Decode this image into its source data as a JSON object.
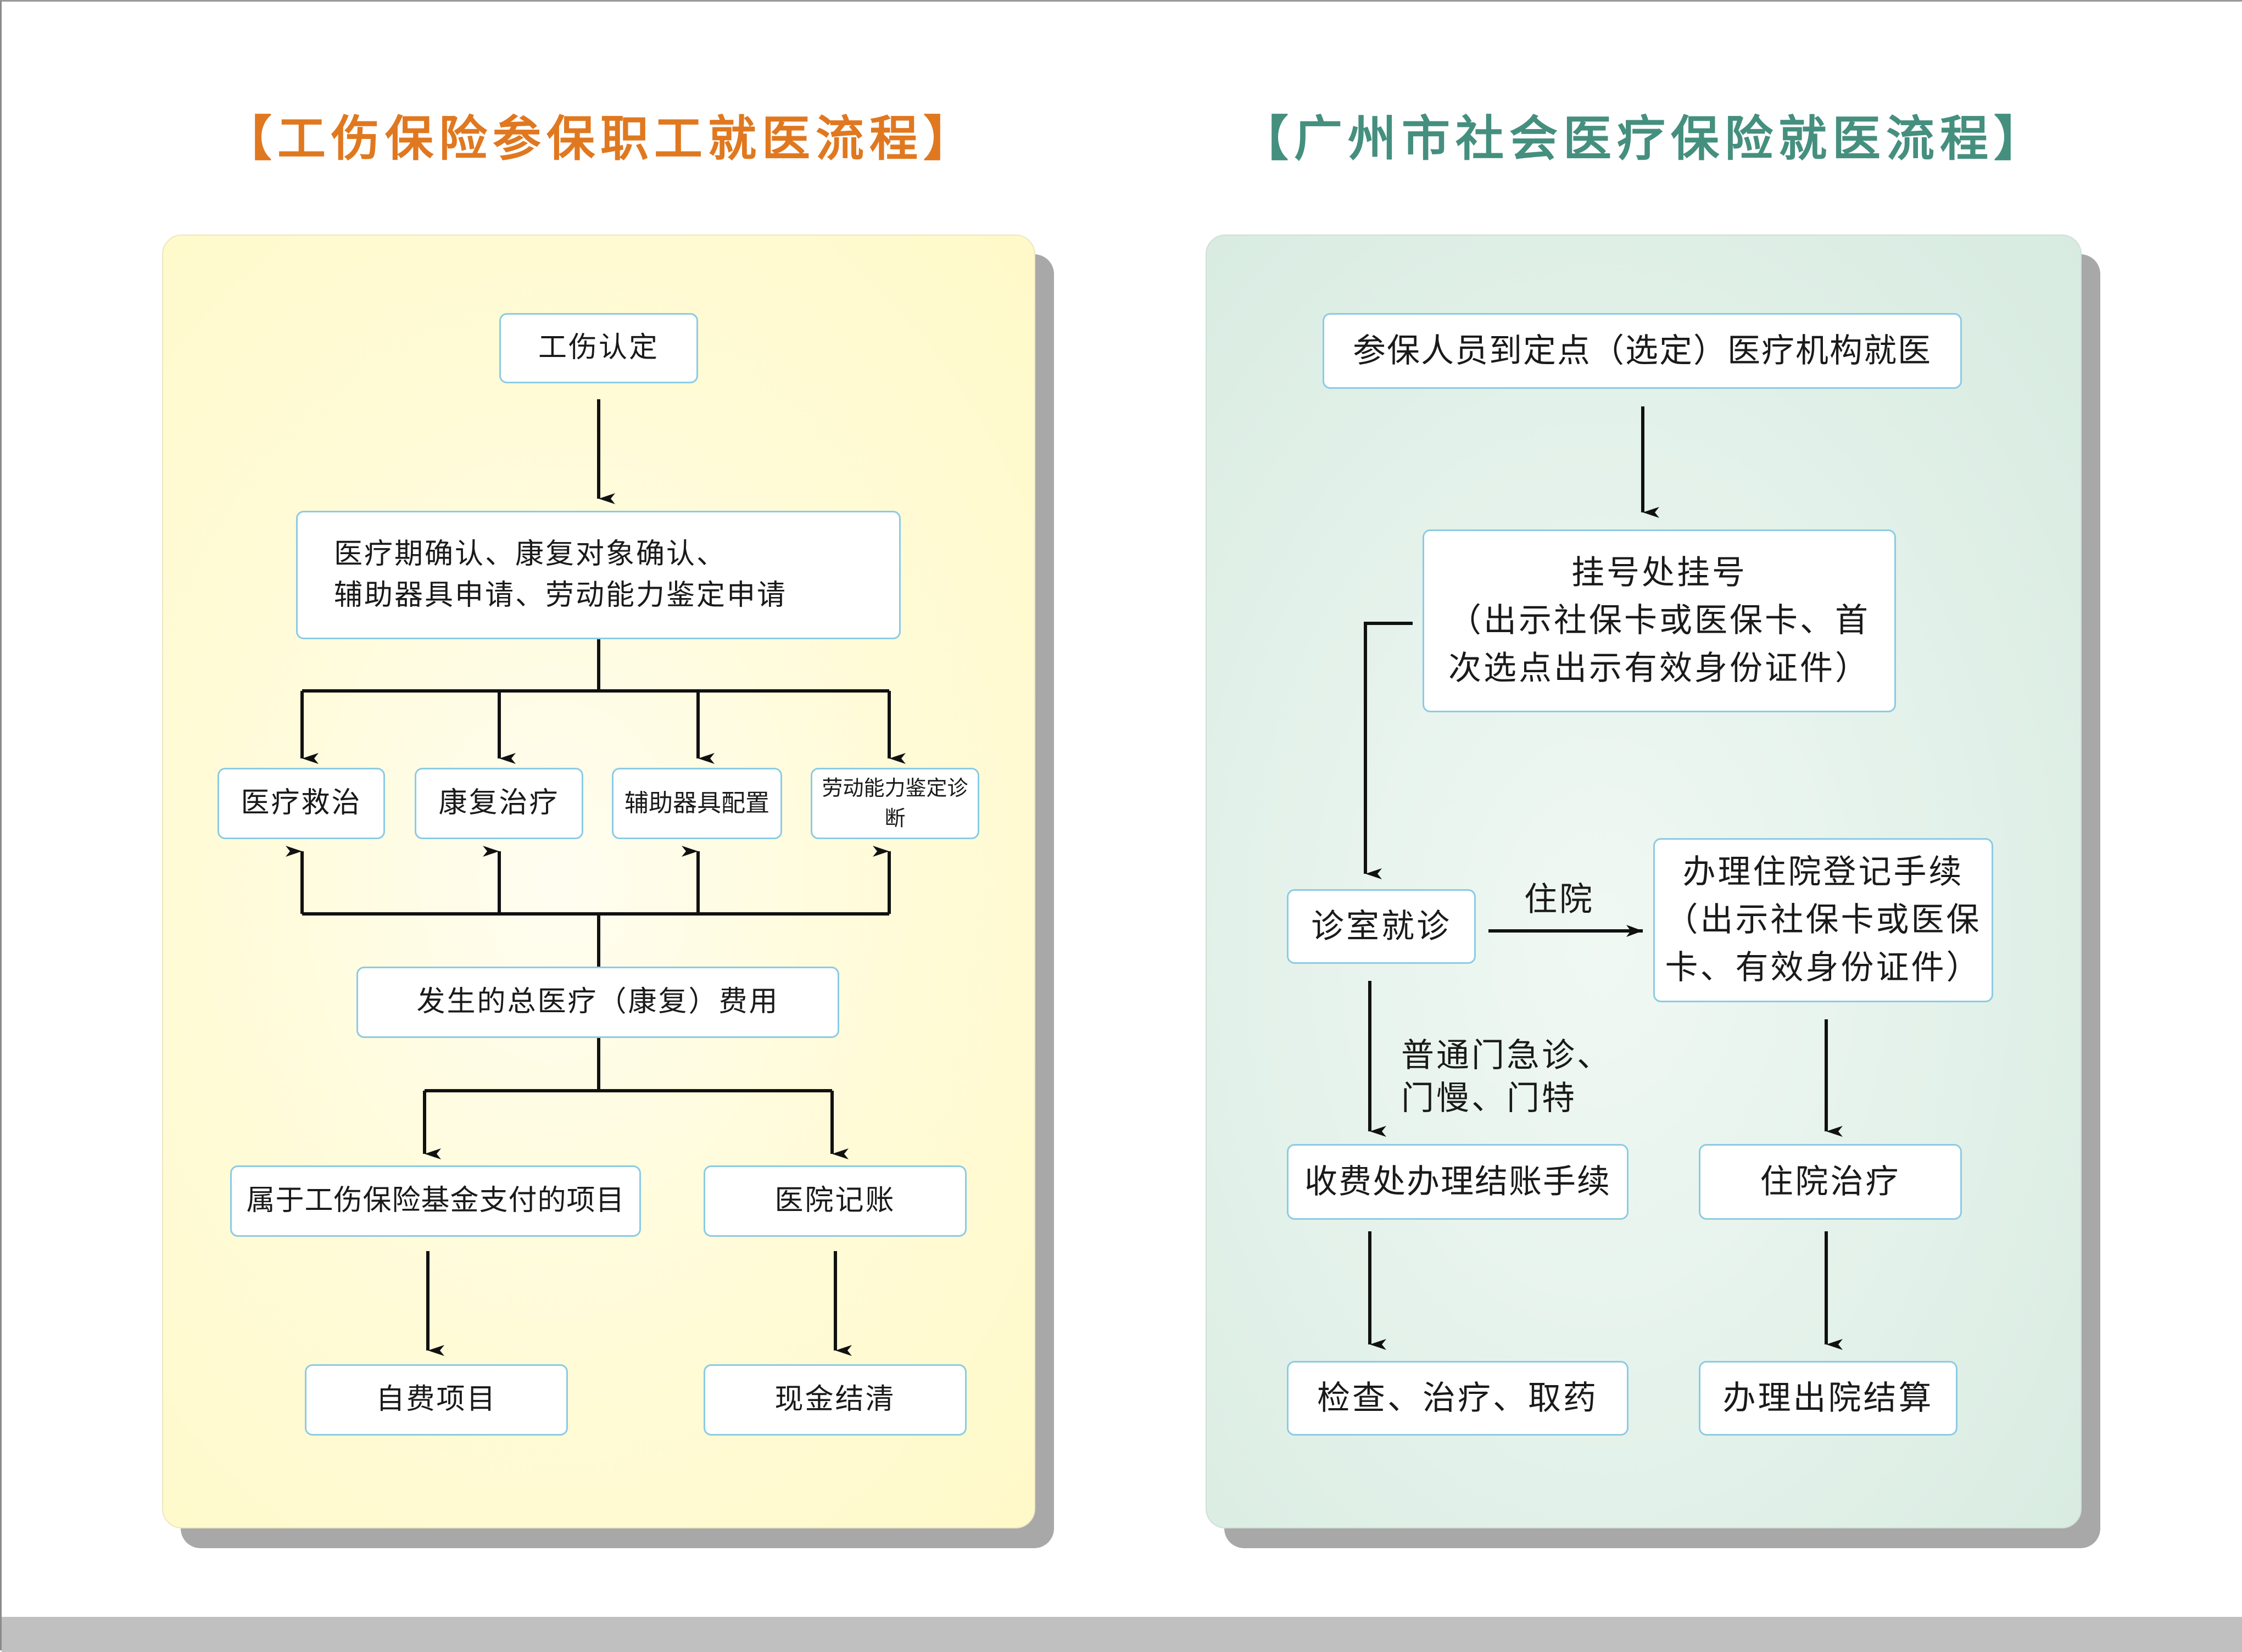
{
  "left_flow": {
    "title": "【工伤保险参保职工就医流程】",
    "accent_color": "#e07820",
    "steps": {
      "injury_recognition": "工伤认定",
      "confirmation_line1": "医疗期确认、康复对象确认、",
      "confirmation_line2": "辅助器具申请、劳动能力鉴定申请",
      "medical_treatment": "医疗救治",
      "rehabilitation": "康复治疗",
      "assistive_devices": "辅助器具配置",
      "work_ability_assessment": "劳动能力鉴定诊断",
      "total_costs": "发生的总医疗（康复）费用",
      "fund_covered_items": "属于工伤保险基金支付的项目",
      "hospital_billing": "医院记账",
      "self_paid_items": "自费项目",
      "cash_settlement": "现金结清"
    }
  },
  "right_flow": {
    "title": "【广州市社会医疗保险就医流程】",
    "accent_color": "#458f7f",
    "steps": {
      "visit_designated": "参保人员到定点（选定）医疗机构就医",
      "registration_line1": "挂号处挂号",
      "registration_line2": "（出示社保卡或医保卡、首",
      "registration_line3": "次选点出示有效身份证件）",
      "consultation": "诊室就诊",
      "admission_line1": "办理住院登记手续",
      "admission_line2": "（出示社保卡或医保",
      "admission_line3": "卡、有效身份证件）",
      "cashier_checkout": "收费处办理结账手续",
      "inpatient_treatment": "住院治疗",
      "exam_treat_medicine": "检查、治疗、取药",
      "discharge_settlement": "办理出院结算"
    },
    "edge_labels": {
      "hospitalization": "住院",
      "outpatient_line1": "普通门急诊、",
      "outpatient_line2": "门慢、门特"
    }
  }
}
